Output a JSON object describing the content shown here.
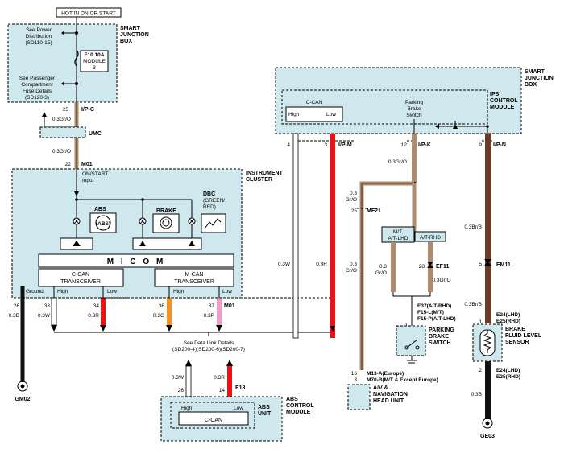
{
  "colors": {
    "box_fill": "#cfe8ee",
    "wire_gr_o": "#b08a6a",
    "wire_red": "#ee1111",
    "wire_black": "#111111",
    "wire_white": "#ffffff",
    "wire_orange": "#f5921e",
    "wire_pink": "#f49ac6",
    "wire_br_b": "#6b3a26"
  },
  "labels": {
    "hot_in": "HOT IN ON OR START",
    "sjb_title_1": "SMART",
    "sjb_title_2": "JUNCTION",
    "sjb_title_3": "BOX",
    "see_power_1": "See Power",
    "see_power_2": "Distribution",
    "see_power_3": "(SD110-15)",
    "fuse_1": "F10 10A",
    "fuse_2": "MODULE",
    "fuse_3": "3",
    "see_pass_1": "See Passenger",
    "see_pass_2": "Compartment",
    "see_pass_3": "Fuse Details",
    "see_pass_4": "(SD120-3)",
    "pin25": "25",
    "ipc": "I/P-C",
    "wire_03gro_a": "0.3Gr/O",
    "umc": "UMC",
    "wire_03gro_b": "0.3Gr/O",
    "pin22": "22",
    "m01_a": "M01",
    "ic_title_1": "INSTRUMENT",
    "ic_title_2": "CLUSTER",
    "on_start_1": "ON/START",
    "on_start_2": "Input",
    "abs_lbl": "ABS",
    "abs_icon_txt": "(ABS)",
    "brake_lbl": "BRAKE",
    "dbc_1": "DBC",
    "dbc_2": "(GREEN/",
    "dbc_3": "RED)",
    "micom": "M I C O M",
    "ccan_1": "C-CAN",
    "ccan_2": "TRANSCEIVER",
    "mcan_1": "M-CAN",
    "mcan_2": "TRANSCEIVER",
    "ground": "Ground",
    "high_a": "High",
    "low_a": "Low",
    "high_b": "High",
    "low_b": "Low",
    "p26": "26",
    "p33": "33",
    "p34": "34",
    "p36": "36",
    "p37": "37",
    "m01_b": "M01",
    "w03b": "0.3B",
    "w03w_a": "0.3W",
    "w03r_a": "0.3R",
    "w03o": "0.3O",
    "w03p": "0.3P",
    "gm02": "GM02",
    "see_data_1": "See Data Link Details",
    "see_data_2": "(SD200-4)(SD200-6)(SD200-7)",
    "w03w_b": "0.3W",
    "w03r_b": "0.3R",
    "p26b": "26",
    "p14": "14",
    "e18": "E18",
    "abs_high": "High",
    "abs_low": "Low",
    "abs_ccan": "C-CAN",
    "abs_title_1": "ABS",
    "abs_title_2": "CONTROL",
    "abs_title_3": "MODULE",
    "abs_unit_1": "ABS",
    "abs_unit_2": "UNIT",
    "sjb2_1": "SMART",
    "sjb2_2": "JUNCTION",
    "sjb2_3": "BOX",
    "ips_1": "IPS",
    "ips_2": "CONTROL",
    "ips_3": "MODULE",
    "ips_ccan": "C-CAN",
    "ips_high": "High",
    "ips_low": "Low",
    "pbs_1": "Parking",
    "pbs_2": "Brake",
    "pbs_3": "Switch",
    "p4": "4",
    "p3": "3",
    "ipm": "I/P-M",
    "p12": "12",
    "ipk": "I/P-K",
    "p9": "9",
    "ipn": "I/P-N",
    "w03gro_c": "0.3Gr/O",
    "w03w_c": "0.3W",
    "w03r_c": "0.3R",
    "w03_d": "0.3",
    "w_gro_d": "Gr/O",
    "p25r": "25",
    "mf21": "MF21",
    "mt_1": "M/T,",
    "mt_2": "A/T-LHD",
    "at_rhd": "A/T-RHD",
    "w03_e": "0.3",
    "w_gro_e": "Gr/O",
    "p28": "28",
    "ef11": "EF11",
    "w03gro_f": "0.3Gr/O",
    "w03_g": "0.3",
    "w_gro_g": "Gr/O",
    "e37": "E37(A/T-RHD)",
    "f15l": "F15-L(M/T)",
    "f15p": "F15-P(A/T-LHD)",
    "p1a": "1",
    "pbsw_1": "PARKING",
    "pbsw_2": "BRAKE",
    "pbsw_3": "SWITCH",
    "p16": "16",
    "p3b": "3",
    "m13a": "M13-A(Europe)",
    "m70b": "M70-B(M/T & Except Europe)",
    "av_1": "A/V &",
    "av_2": "NAVIGATION",
    "av_3": "HEAD UNIT",
    "w03brb_a": "0.3Br/B",
    "p5": "5",
    "em11": "EM11",
    "w03brb_b": "0.3Br/B",
    "p1b": "1",
    "e24_lhd_a": "E24(LHD)",
    "e25_rhd_a": "E25(RHD)",
    "bfl_1": "BRAKE",
    "bfl_2": "FLUID LEVEL",
    "bfl_3": "SENSOR",
    "p2": "2",
    "e24_lhd_b": "E24(LHD)",
    "e25_rhd_b": "E25(RHD)",
    "w03b_b": "0.3B",
    "ge03": "GE03"
  }
}
